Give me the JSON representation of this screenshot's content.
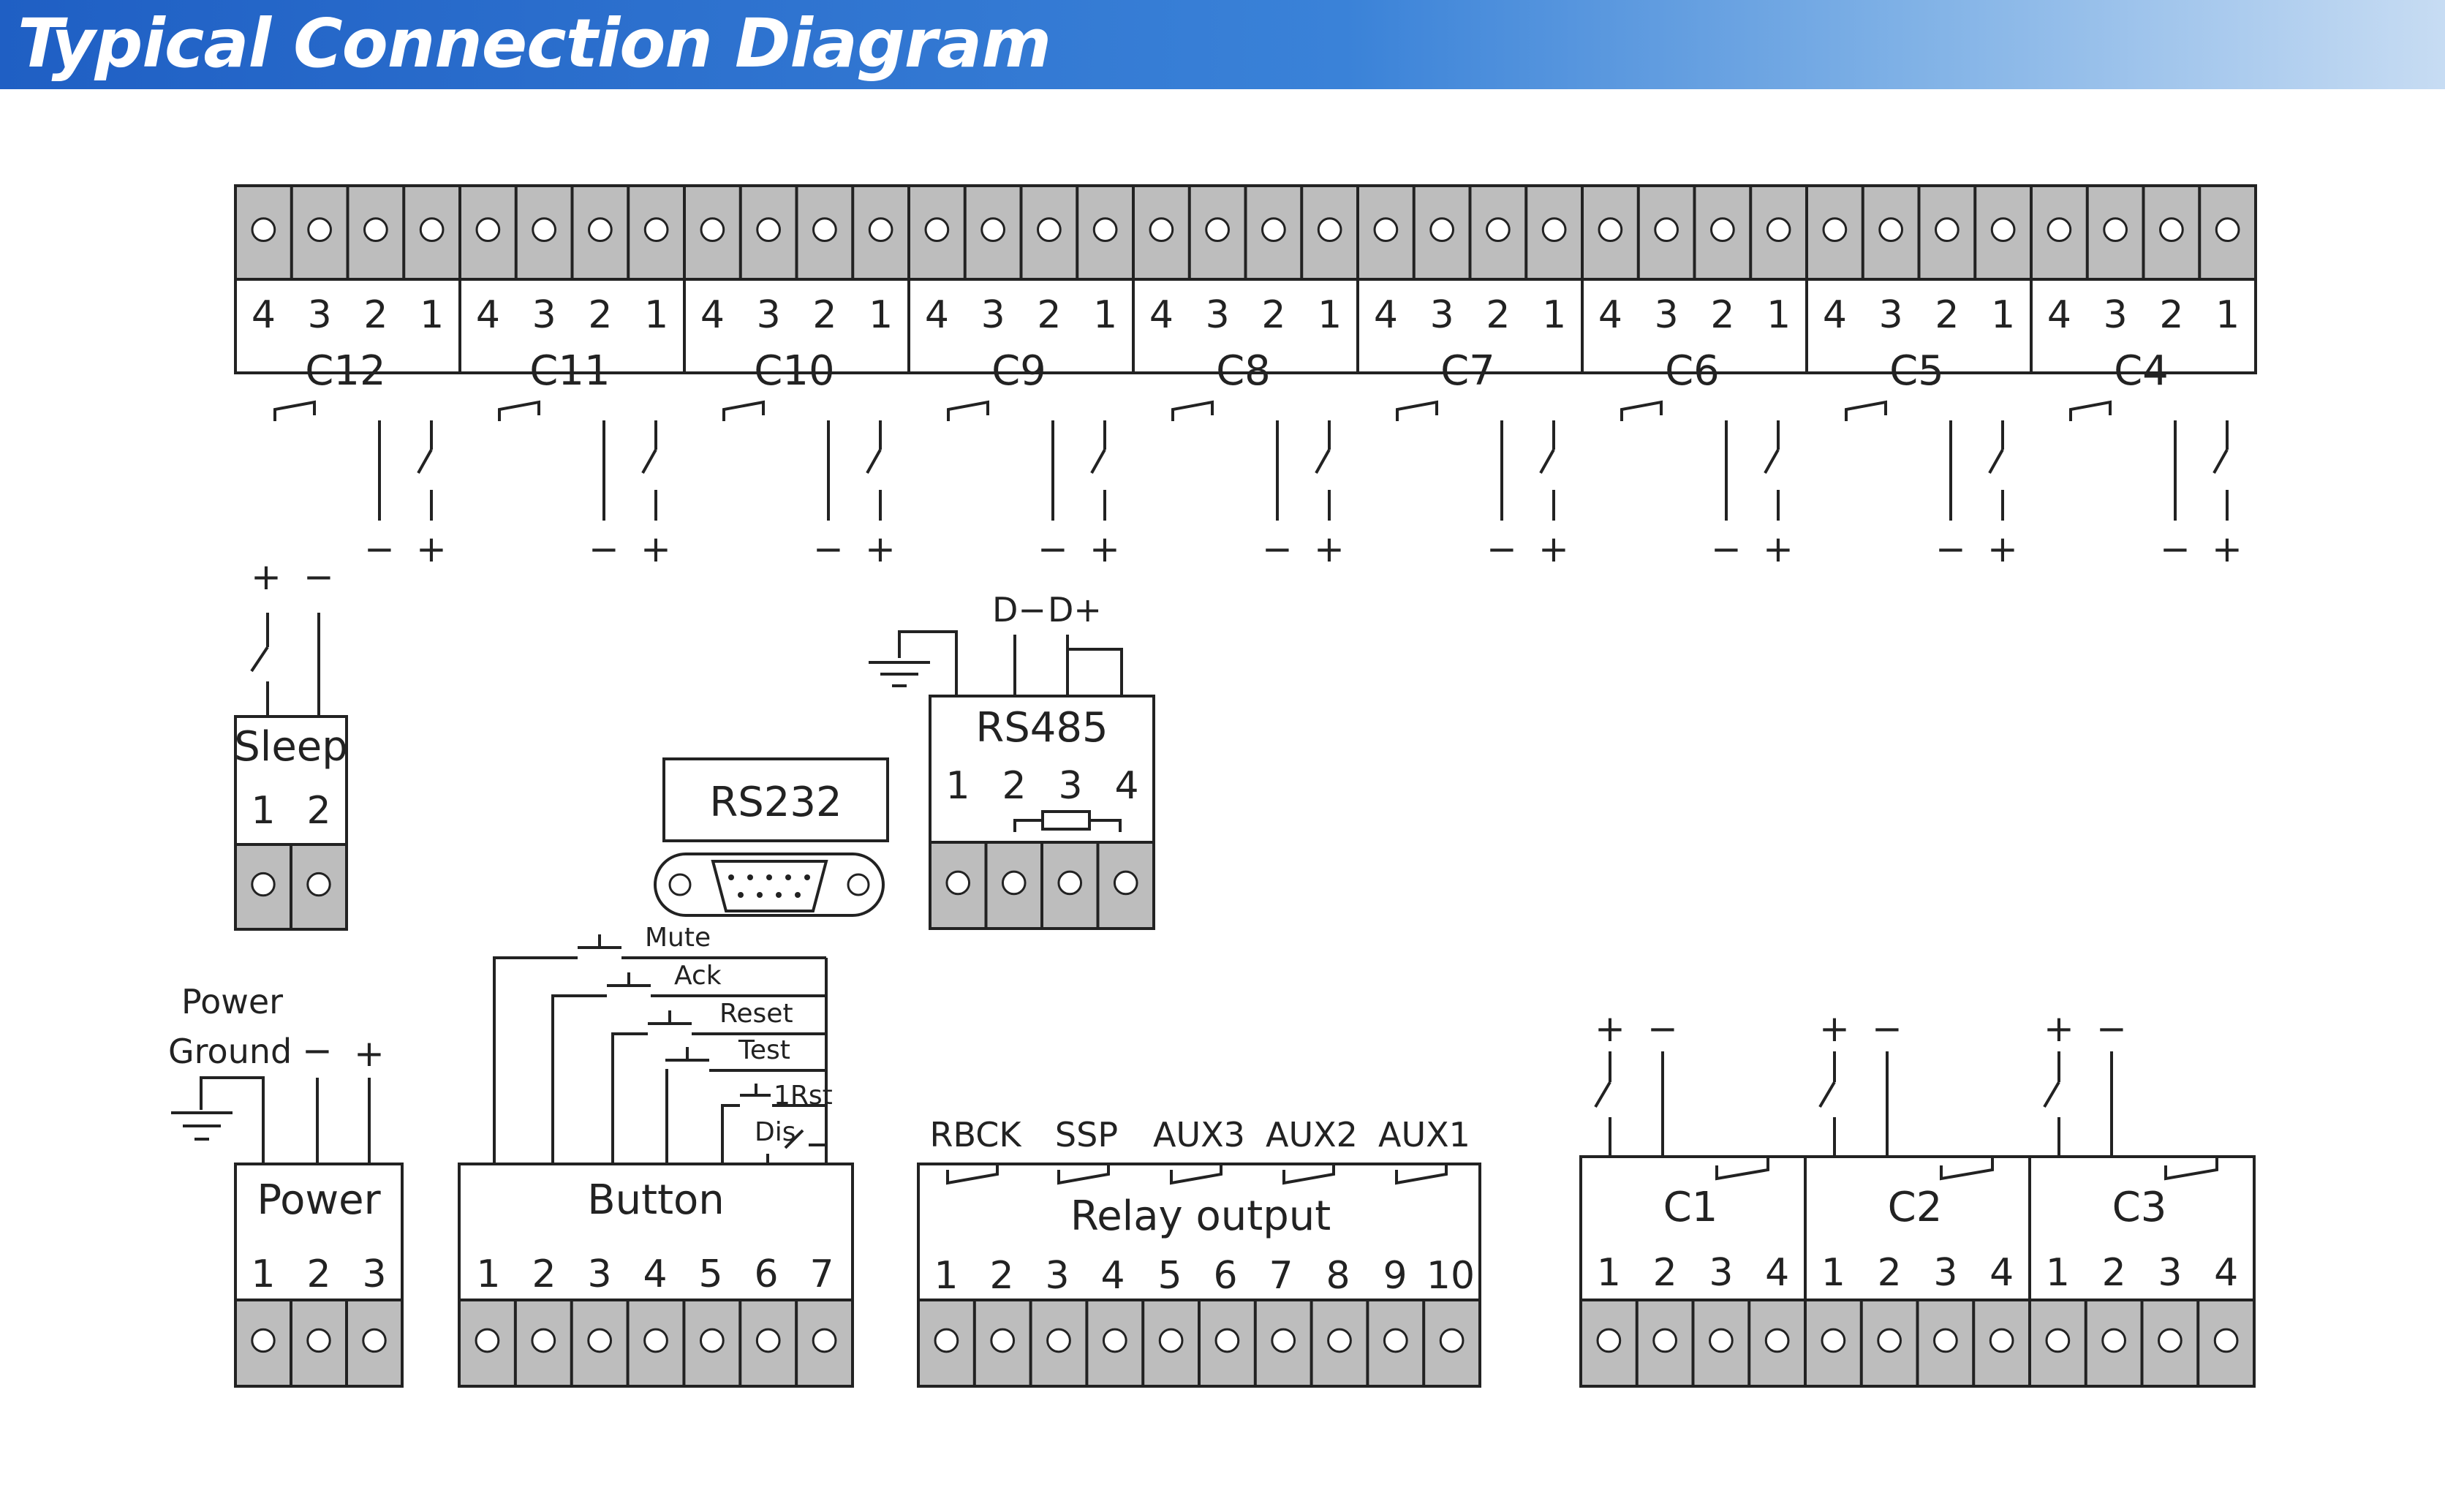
{
  "title": "Typical Connection Diagram",
  "top_relays": {
    "names": [
      "C12",
      "C11",
      "C10",
      "C9",
      "C8",
      "C7",
      "C6",
      "C5",
      "C4"
    ],
    "pins": [
      "4",
      "3",
      "2",
      "1"
    ],
    "polarity": [
      "−",
      "+"
    ]
  },
  "sleep": {
    "name": "Sleep",
    "pins": [
      "1",
      "2"
    ],
    "polarity": [
      "+",
      "−"
    ]
  },
  "rs232": {
    "name": "RS232"
  },
  "rs485": {
    "name": "RS485",
    "pins": [
      "1",
      "2",
      "3",
      "4"
    ],
    "wires": [
      "D−",
      "D+"
    ]
  },
  "power": {
    "name": "Power",
    "pins": [
      "1",
      "2",
      "3"
    ],
    "ground_label_1": "Power",
    "ground_label_2": "Ground",
    "polarity": [
      "−",
      "+"
    ]
  },
  "button": {
    "name": "Button",
    "pins": [
      "1",
      "2",
      "3",
      "4",
      "5",
      "6",
      "7"
    ],
    "switches": [
      "Mute",
      "Ack",
      "Reset",
      "Test",
      "1Rst",
      "Dis"
    ]
  },
  "relay_output": {
    "name": "Relay output",
    "pins": [
      "1",
      "2",
      "3",
      "4",
      "5",
      "6",
      "7",
      "8",
      "9",
      "10"
    ],
    "channels": [
      "RBCK",
      "SSP",
      "AUX3",
      "AUX2",
      "AUX1"
    ]
  },
  "bottom_relays": {
    "names": [
      "C1",
      "C2",
      "C3"
    ],
    "pins": [
      "1",
      "2",
      "3",
      "4"
    ],
    "polarity": [
      "+",
      "−"
    ]
  },
  "colors": {
    "banner_start": "#1f5fc4",
    "banner_end": "#c7dcf3",
    "title_text": "#ffffff",
    "terminal_fill": "#bdbdbd",
    "line": "#222222"
  }
}
